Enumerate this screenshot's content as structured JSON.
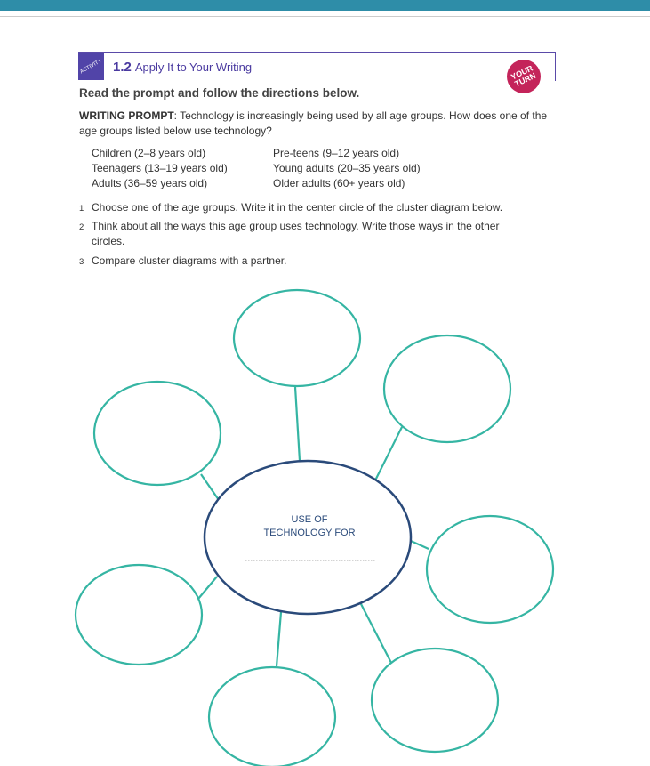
{
  "header": {
    "activity_badge": "ACTIVITY",
    "number": "1.2",
    "title": "Apply It to Your Writing",
    "your_turn": "YOUR TURN"
  },
  "instruction": "Read the prompt and follow the directions below.",
  "prompt": {
    "label": "WRITING PROMPT",
    "text": ": Technology is increasingly being used by all age groups. How does one of the age groups listed below use technology?"
  },
  "age_groups": [
    "Children (2–8 years old)",
    "Pre-teens (9–12 years old)",
    "Teenagers (13–19 years old)",
    "Young adults (20–35 years old)",
    "Adults (36–59 years old)",
    "Older adults (60+ years old)"
  ],
  "steps": [
    {
      "n": "1",
      "text": "Choose one of the age groups. Write it in the center circle of the cluster diagram below."
    },
    {
      "n": "2",
      "text": "Think about all the ways this age group uses technology. Write those ways in the other circles."
    },
    {
      "n": "3",
      "text": "Compare cluster diagrams with a partner."
    }
  ],
  "diagram": {
    "center_line1": "USE OF",
    "center_line2": "TECHNOLOGY FOR"
  }
}
